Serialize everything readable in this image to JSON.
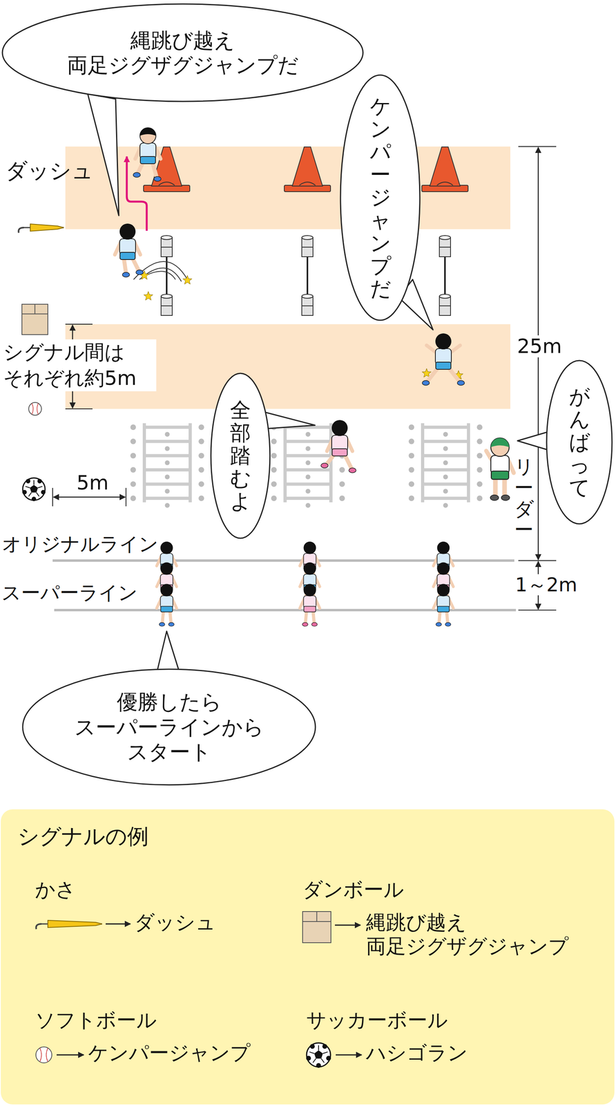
{
  "diagram": {
    "nodes": [
      {
        "text": [
          "縄跳び越え 両足ジグザグジャンプだ"
        ]
      },
      {
        "text": [
          "ケンパージャンプだ"
        ]
      },
      {
        "text": [
          "全部踏むよ"
        ]
      },
      {
        "text": [
          "がんばって"
        ]
      },
      {
        "text": [
          "優勝したら スーパーラインから スタート"
        ]
      },
      {
        "text": [
          "シグナルの例"
        ]
      },
      {
        "text": [
          "かさ",
          "ダッシュ"
        ],
        "in": 5
      },
      {
        "text": [
          "ダンボール",
          "縄跳び越え 両足ジグザグジャンプ"
        ],
        "in": 5
      },
      {
        "text": [
          "ソフトボール",
          "ケンパージャンプ"
        ],
        "in": 5
      },
      {
        "text": [
          "サッカーボール",
          "ハシゴラン"
        ],
        "in": 5
      }
    ],
    "labels": [
      "ダッシュ",
      "シグナル間は それぞれ約5m",
      "5m",
      "25m",
      "1～2m",
      "オリジナルライン",
      "スーパーライン",
      "リーダー"
    ]
  }
}
